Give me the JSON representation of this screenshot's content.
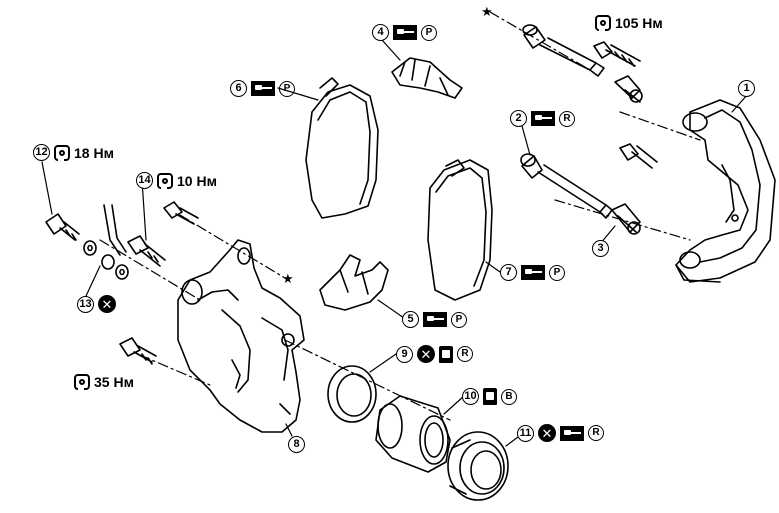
{
  "diagram": {
    "parts": [
      {
        "id": "1",
        "label": "1"
      },
      {
        "id": "2",
        "label": "2"
      },
      {
        "id": "3",
        "label": "3"
      },
      {
        "id": "4",
        "label": "4"
      },
      {
        "id": "5",
        "label": "5"
      },
      {
        "id": "6",
        "label": "6"
      },
      {
        "id": "7",
        "label": "7"
      },
      {
        "id": "8",
        "label": "8"
      },
      {
        "id": "9",
        "label": "9"
      },
      {
        "id": "10",
        "label": "10"
      },
      {
        "id": "11",
        "label": "11"
      },
      {
        "id": "12",
        "label": "12"
      },
      {
        "id": "13",
        "label": "13"
      },
      {
        "id": "14",
        "label": "14"
      }
    ],
    "symbols": {
      "P": "P",
      "R": "R",
      "B": "B",
      "star": "★"
    },
    "torques": {
      "t105": "105 Нм",
      "t18": "18 Нм",
      "t10": "10 Нм",
      "t35": "35 Нм"
    }
  }
}
